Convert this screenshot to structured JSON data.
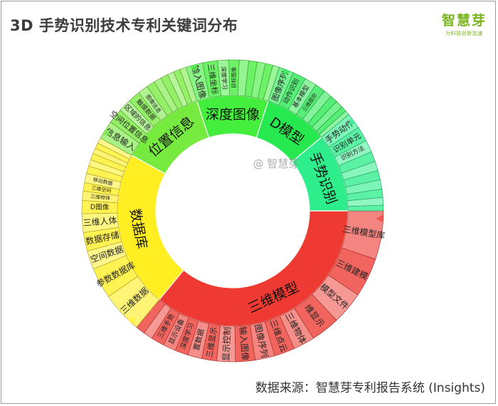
{
  "title": "3D 手势识别技术专利关键词分布",
  "logo": {
    "name": "智慧芽",
    "tagline": "为科技创新加速"
  },
  "watermark": "@ 智慧芽",
  "source": "数据来源：智慧芽专利报告系统 (Insights)",
  "chart_data": {
    "type": "sunburst",
    "title": "3D 手势识别技术专利关键词分布",
    "inner": [
      {
        "name": "三维模型",
        "value": 36,
        "color": "#ee3a32",
        "children": [
          {
            "name": "三维模型库",
            "value": 5.2
          },
          {
            "name": "三维建模",
            "value": 4.2
          },
          {
            "name": "模型文件",
            "value": 3.5
          },
          {
            "name": "维显示",
            "value": 3.1
          },
          {
            "name": "三维物体",
            "value": 2.3
          },
          {
            "name": "三维点云",
            "value": 2.2
          },
          {
            "name": "图像序列",
            "value": 2.1
          },
          {
            "name": "输入图像",
            "value": 2.1
          },
          {
            "name": "显示控制",
            "value": 2.0
          },
          {
            "name": "三维显示",
            "value": 1.6
          },
          {
            "name": "置数据",
            "value": 1.5
          },
          {
            "name": "深度学习",
            "value": 1.4
          },
          {
            "name": "显示设备",
            "value": 1.4
          },
          {
            "name": "三维手势",
            "value": 1.4
          },
          {
            "name": "",
            "value": 1.0
          },
          {
            "name": "",
            "value": 1.0
          }
        ]
      },
      {
        "name": "数据库",
        "value": 22,
        "color": "#ffee22",
        "children": [
          {
            "name": "三维数据",
            "value": 4.4
          },
          {
            "name": "参数数据库",
            "value": 3.3
          },
          {
            "name": "空间数据",
            "value": 2.0
          },
          {
            "name": "数据存储",
            "value": 2.0
          },
          {
            "name": "三维人体",
            "value": 2.0
          },
          {
            "name": "D图像",
            "value": 1.4
          },
          {
            "name": "三维物体",
            "value": 1.0
          },
          {
            "name": "三维空间",
            "value": 0.9
          },
          {
            "name": "移动数据",
            "value": 1.0
          },
          {
            "name": "",
            "value": 0.8
          },
          {
            "name": "",
            "value": 0.7
          },
          {
            "name": "",
            "value": 0.7
          },
          {
            "name": "",
            "value": 0.6
          },
          {
            "name": "",
            "value": 0.6
          },
          {
            "name": "",
            "value": 0.6
          }
        ]
      },
      {
        "name": "位置信息",
        "value": 12,
        "color": "#77ea3f",
        "children": [
          {
            "name": "信息输入",
            "value": 2.0
          },
          {
            "name": "空间位置信息",
            "value": 1.6
          },
          {
            "name": "区域的信息",
            "value": 1.4
          },
          {
            "name": "触摸数据",
            "value": 1.3
          },
          {
            "name": "图像信息",
            "value": 1.1
          },
          {
            "name": "",
            "value": 0.9
          },
          {
            "name": "",
            "value": 0.8
          },
          {
            "name": "",
            "value": 0.8
          },
          {
            "name": "",
            "value": 0.7
          },
          {
            "name": "",
            "value": 0.7
          },
          {
            "name": "",
            "value": 0.7
          }
        ]
      },
      {
        "name": "深度图像",
        "value": 10,
        "color": "#44ee3c",
        "children": [
          {
            "name": "输入图像",
            "value": 1.8
          },
          {
            "name": "三维坐标",
            "value": 1.6
          },
          {
            "name": "深度学习",
            "value": 1.2
          },
          {
            "name": "目标图像",
            "value": 1.1
          },
          {
            "name": "",
            "value": 1.0
          },
          {
            "name": "",
            "value": 0.9
          },
          {
            "name": "",
            "value": 0.9
          },
          {
            "name": "",
            "value": 0.8
          },
          {
            "name": "",
            "value": 0.7
          }
        ]
      },
      {
        "name": "D模型",
        "value": 9,
        "color": "#26e94f",
        "children": [
          {
            "name": "图像序列",
            "value": 1.6
          },
          {
            "name": "动作识别",
            "value": 1.4
          },
          {
            "name": "基本模型",
            "value": 1.3
          },
          {
            "name": "三维图形",
            "value": 1.1
          },
          {
            "name": "",
            "value": 0.9
          },
          {
            "name": "",
            "value": 0.8
          },
          {
            "name": "",
            "value": 0.8
          },
          {
            "name": "",
            "value": 0.6
          },
          {
            "name": "",
            "value": 0.5
          }
        ]
      },
      {
        "name": "手势识别",
        "value": 11,
        "color": "#2eee8c",
        "children": [
          {
            "name": "手势动作",
            "value": 1.7
          },
          {
            "name": "识别单元",
            "value": 1.6
          },
          {
            "name": "识别方法",
            "value": 1.3
          },
          {
            "name": "",
            "value": 1.1
          },
          {
            "name": "",
            "value": 1.0
          },
          {
            "name": "",
            "value": 1.0
          },
          {
            "name": "",
            "value": 1.0
          },
          {
            "name": "",
            "value": 0.9
          },
          {
            "name": "",
            "value": 0.8
          },
          {
            "name": "",
            "value": 0.6
          }
        ]
      }
    ]
  }
}
